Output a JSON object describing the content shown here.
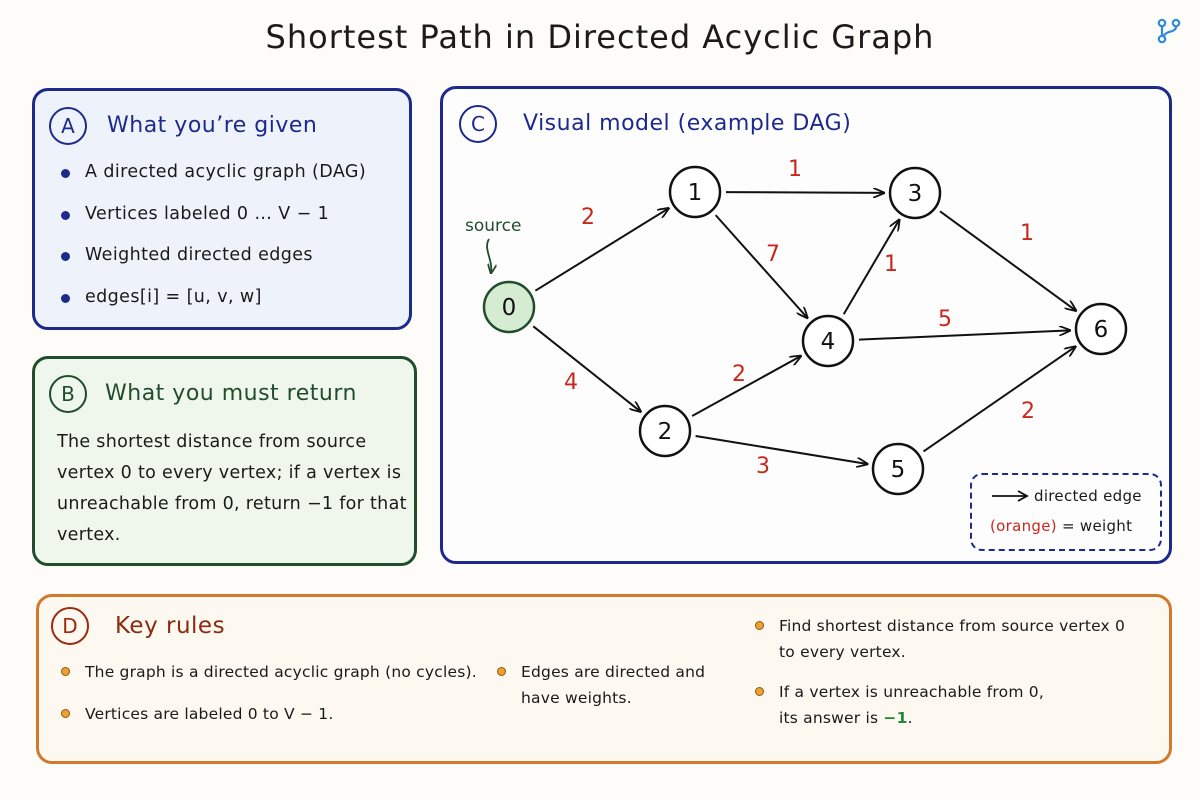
{
  "title": "Shortest Path in Directed Acyclic Graph",
  "icons": {
    "top_right": "git-branch-icon"
  },
  "colors": {
    "blue": "#1d2a8c",
    "green": "#214d2c",
    "orange_border": "#d27a2a",
    "weight_red": "#c8281c",
    "source_fill": "#d6ecd2"
  },
  "panel_a": {
    "badge": "A",
    "heading": "What you’re given",
    "items": [
      "A directed acyclic graph (DAG)",
      "Vertices labeled 0 … V − 1",
      "Weighted directed edges",
      "edges[i] = [u, v, w]"
    ]
  },
  "panel_b": {
    "badge": "B",
    "heading": "What you must return",
    "text": "The shortest distance from source vertex 0 to every vertex; if a vertex is unreachable from 0, return −1 for that vertex."
  },
  "panel_c": {
    "badge": "C",
    "heading": "Visual model (example DAG)",
    "source_label": "source",
    "nodes": [
      "0",
      "1",
      "2",
      "3",
      "4",
      "5",
      "6"
    ],
    "edges": [
      {
        "from": "0",
        "to": "1",
        "weight": "2"
      },
      {
        "from": "0",
        "to": "2",
        "weight": "4"
      },
      {
        "from": "1",
        "to": "3",
        "weight": "1"
      },
      {
        "from": "1",
        "to": "4",
        "weight": "7"
      },
      {
        "from": "2",
        "to": "4",
        "weight": "2"
      },
      {
        "from": "2",
        "to": "5",
        "weight": "3"
      },
      {
        "from": "4",
        "to": "3",
        "weight": "1"
      },
      {
        "from": "4",
        "to": "6",
        "weight": "5"
      },
      {
        "from": "3",
        "to": "6",
        "weight": "1"
      },
      {
        "from": "5",
        "to": "6",
        "weight": "2"
      }
    ],
    "legend": {
      "edge": "directed edge",
      "weight_prefix": "(orange)",
      "weight_suffix": " = weight"
    }
  },
  "panel_d": {
    "badge": "D",
    "heading": "Key rules",
    "rules": [
      {
        "text": "The graph is a directed acyclic graph (no cycles)."
      },
      {
        "text": "Vertices are labeled 0 to V − 1."
      },
      {
        "text": "Edges are directed and have weights."
      },
      {
        "text": "Find shortest distance from source vertex 0 to every vertex."
      },
      {
        "text": "If a vertex is unreachable from 0, its answer is ",
        "highlight": "−1",
        "after": "."
      }
    ]
  }
}
